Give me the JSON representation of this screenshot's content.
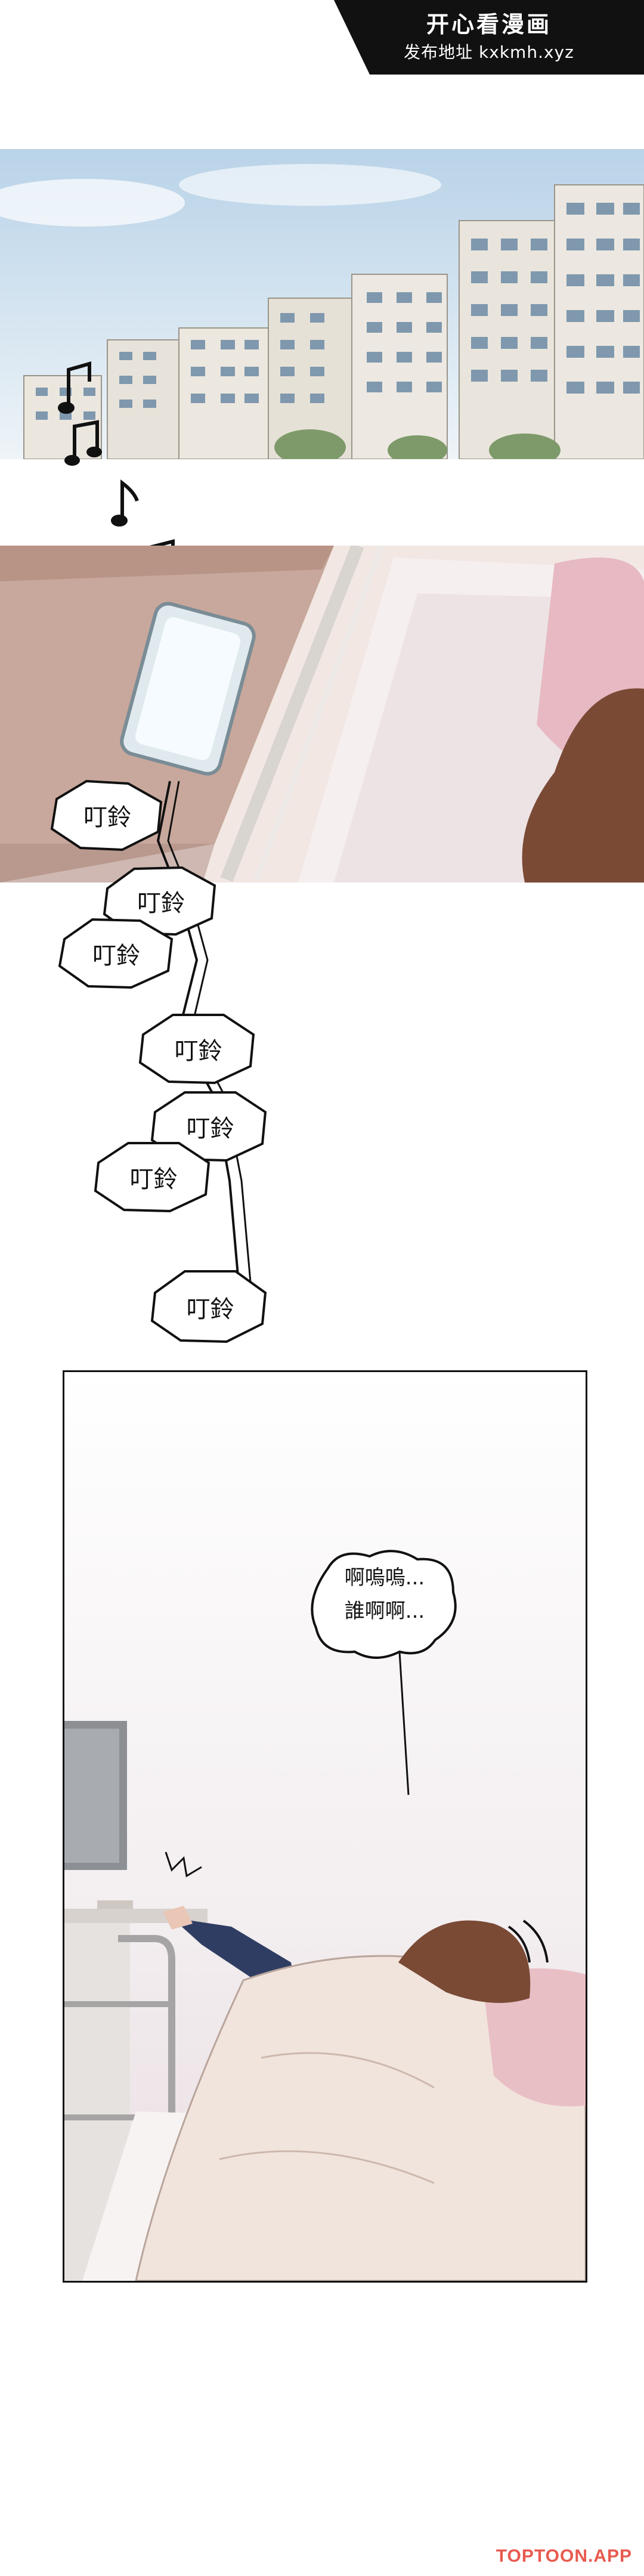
{
  "banner": {
    "title": "开心看漫画",
    "subtitle": "发布地址 kxkmh.xyz"
  },
  "sfx": {
    "ring_1": "叮鈴",
    "ring_2": "叮鈴",
    "ring_3": "叮鈴",
    "ring_4": "叮鈴",
    "ring_5": "叮鈴",
    "ring_6": "叮鈴",
    "ring_7": "叮鈴"
  },
  "dialogue": {
    "line_1": "啊嗚嗚...",
    "line_2": "誰啊啊..."
  },
  "watermark": "TOPTOON.APP",
  "colors": {
    "banner_bg": "#111111",
    "sky": "#cfe2f0",
    "building": "#e9e6df",
    "bed_pink": "#e9bfc6",
    "hair": "#7a4a35",
    "watermark": "#e85a4f"
  },
  "icons": [
    "music-note-icon",
    "music-note-icon",
    "music-note-icon",
    "phone-icon"
  ]
}
